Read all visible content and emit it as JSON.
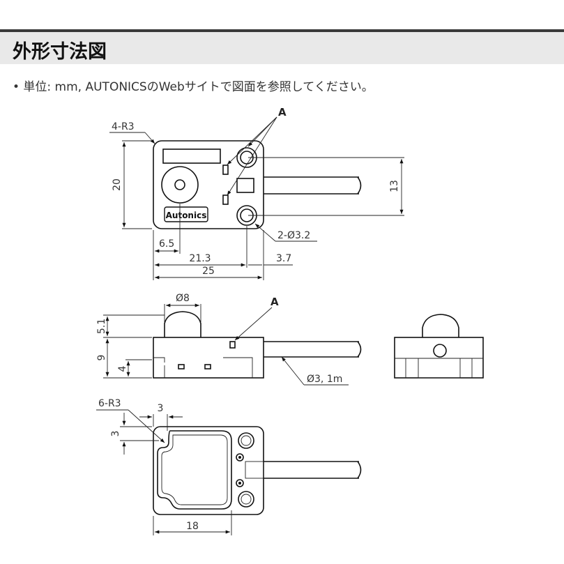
{
  "section_title": "外形寸法図",
  "note": "• 単位: mm, AUTONICSのWebサイトで図面を参照してください。",
  "top_view": {
    "corner_radius_label": "4-R3",
    "point_label": "A",
    "height_label": "20",
    "hole_spacing_label": "13",
    "hole_label": "2-Ø3.2",
    "dim_6_5": "6.5",
    "dim_21_3": "21.3",
    "dim_3_7": "3.7",
    "dim_25": "25",
    "brand": "Autonics"
  },
  "side_view": {
    "diameter_label": "Ø8",
    "point_label": "A",
    "dim_5_1": "5.1",
    "dim_9": "9",
    "dim_4": "4",
    "cable_label": "Ø3, 1m"
  },
  "bottom_view": {
    "corner_radius_label": "6-R3",
    "dim_3_h": "3",
    "dim_3_v": "3",
    "dim_18": "18"
  }
}
